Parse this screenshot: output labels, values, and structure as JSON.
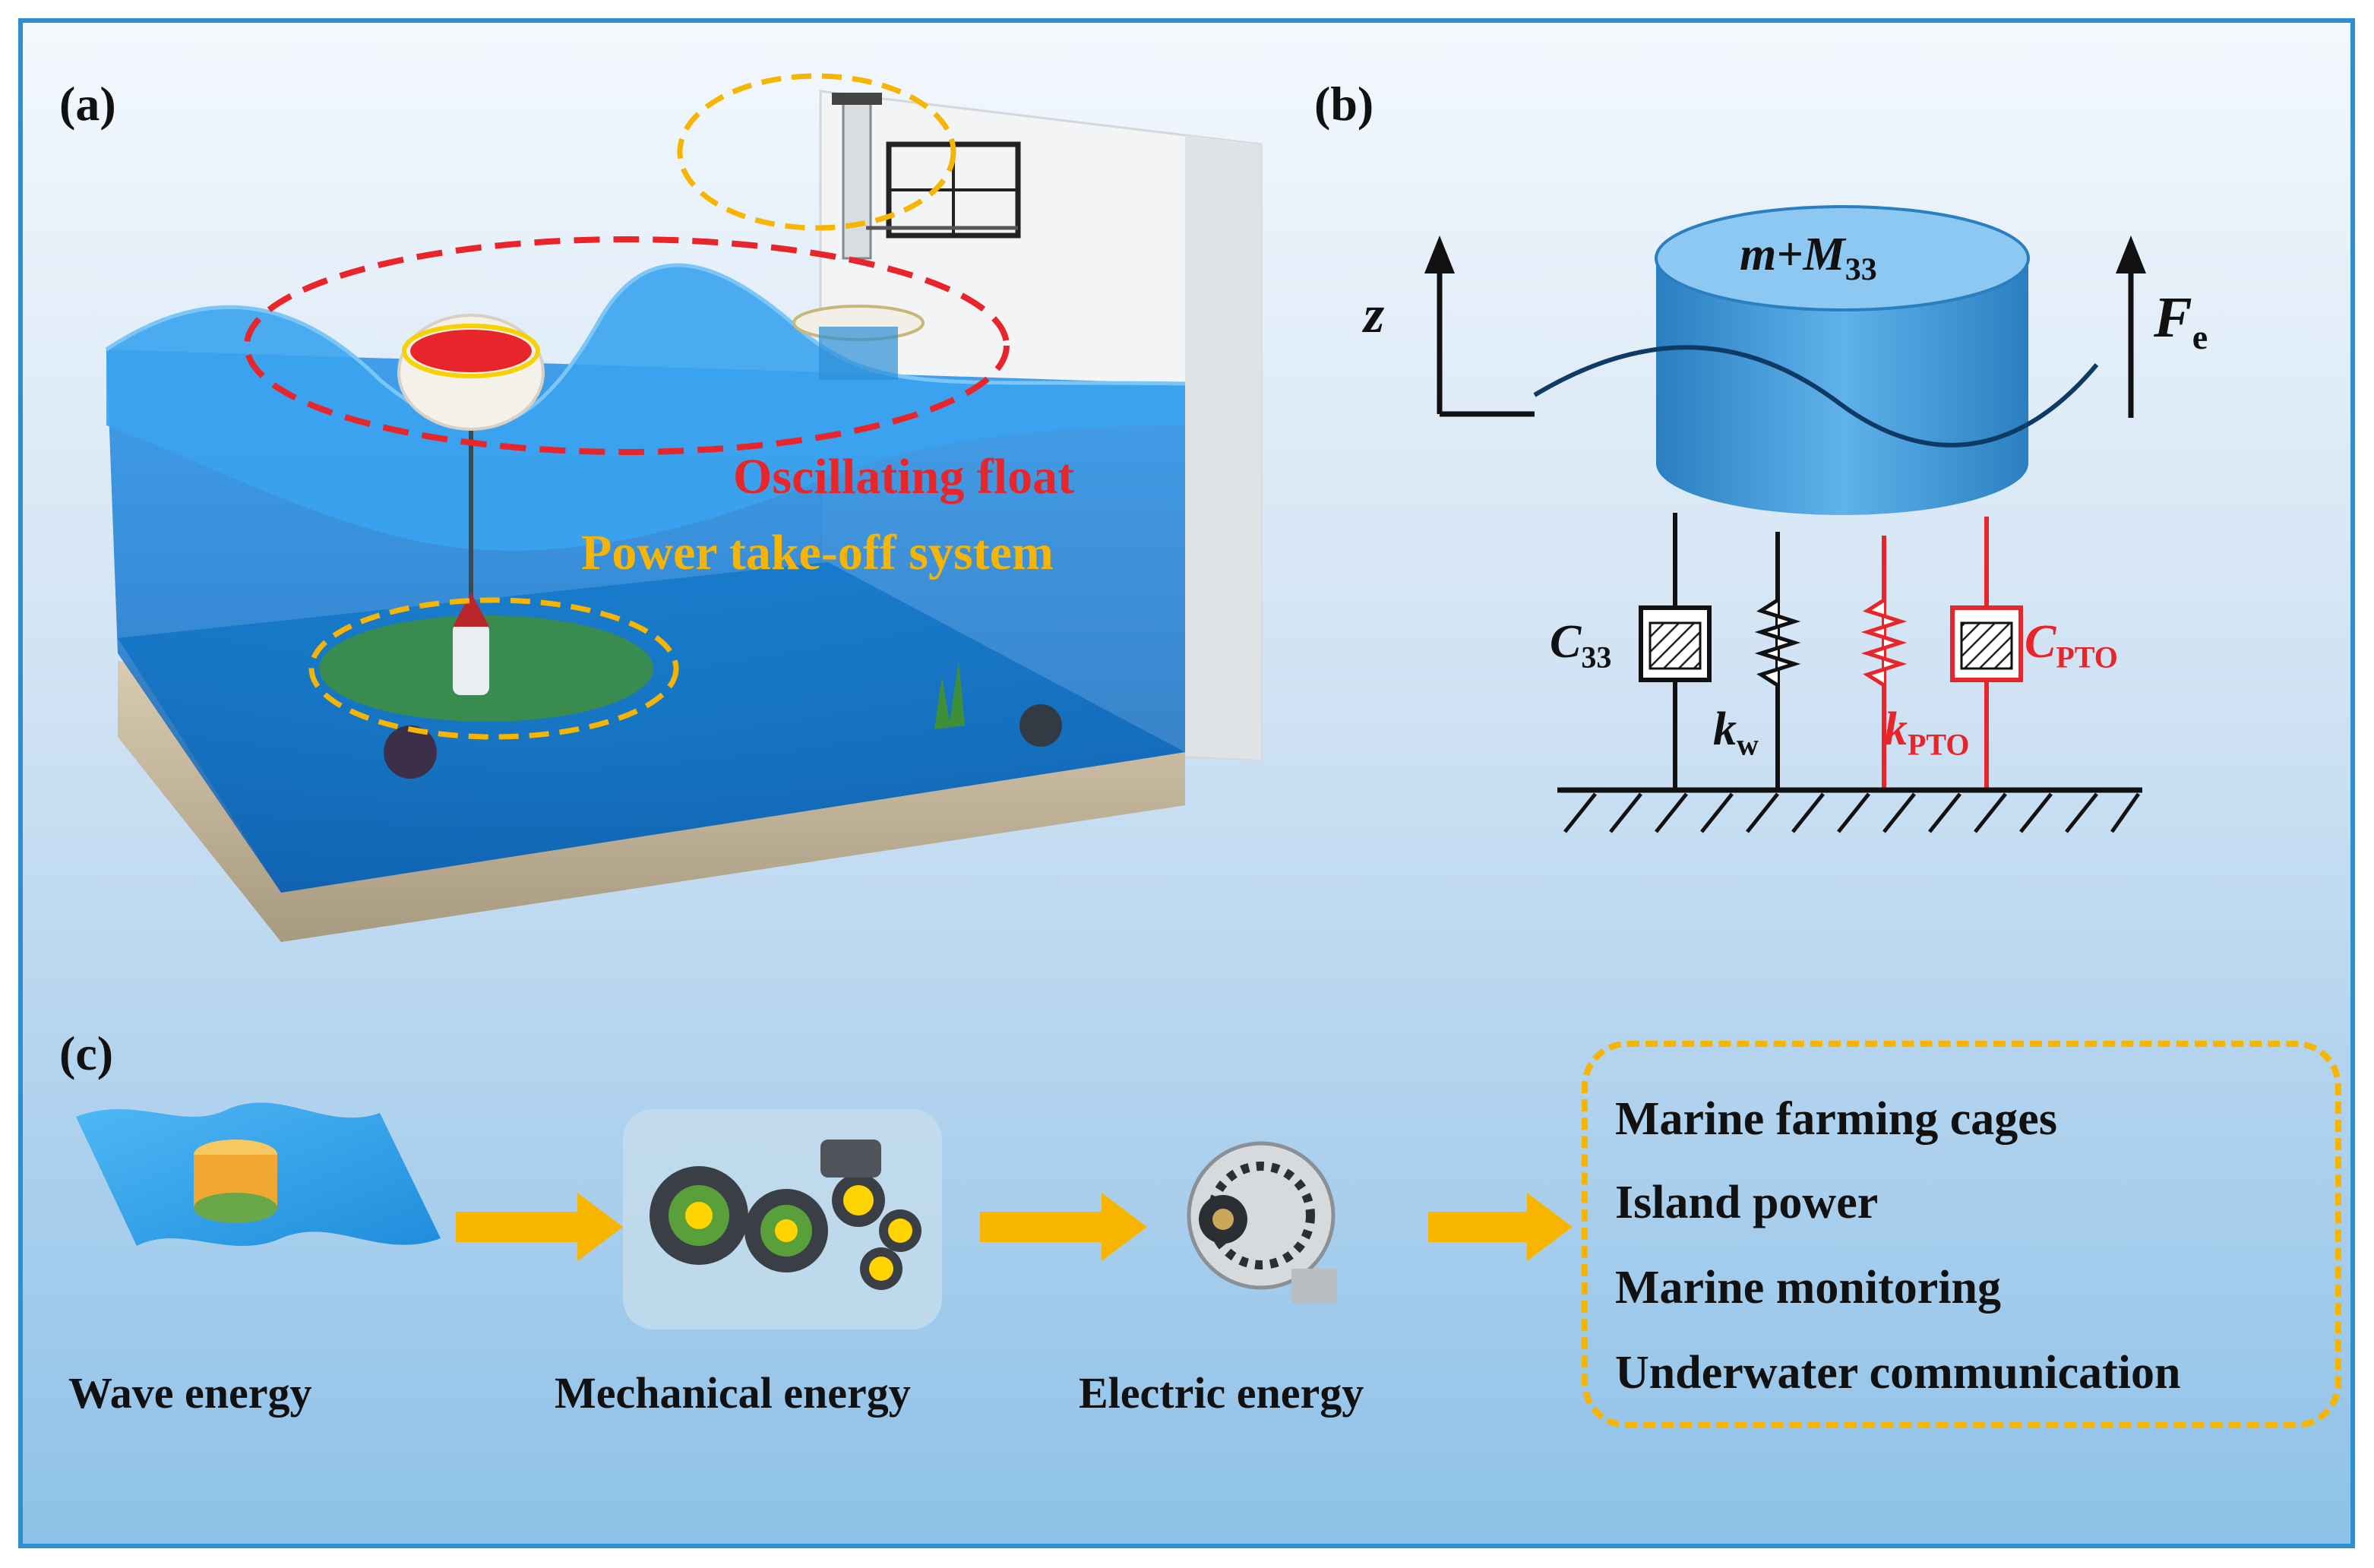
{
  "panels": {
    "a": {
      "label": "(a)",
      "float_label": "Oscillating float",
      "pto_label": "Power take-off system"
    },
    "b": {
      "label": "(b)",
      "mass_label": "m+M33",
      "mass_main": "m+M",
      "mass_sub": "33",
      "z_label": "z",
      "fe_main": "F",
      "fe_sub": "e",
      "c33_main": "C",
      "c33_sub": "33",
      "kw_main": "k",
      "kw_sub": "w",
      "kpto_main": "k",
      "kpto_sub": "PTO",
      "cpto_main": "C",
      "cpto_sub": "PTO"
    },
    "c": {
      "label": "(c)",
      "stages": [
        "Wave energy",
        "Mechanical energy",
        "Electric energy"
      ],
      "applications": [
        "Marine farming cages",
        "Island power",
        "Marine monitoring",
        "Underwater communication"
      ]
    }
  },
  "colors": {
    "frame": "#2d8fd0",
    "float_highlight": "#e8252a",
    "pto_highlight": "#f7b500",
    "water": "#1b7fd6",
    "arrow": "#f7b500",
    "pto_components": "#e8252a"
  }
}
